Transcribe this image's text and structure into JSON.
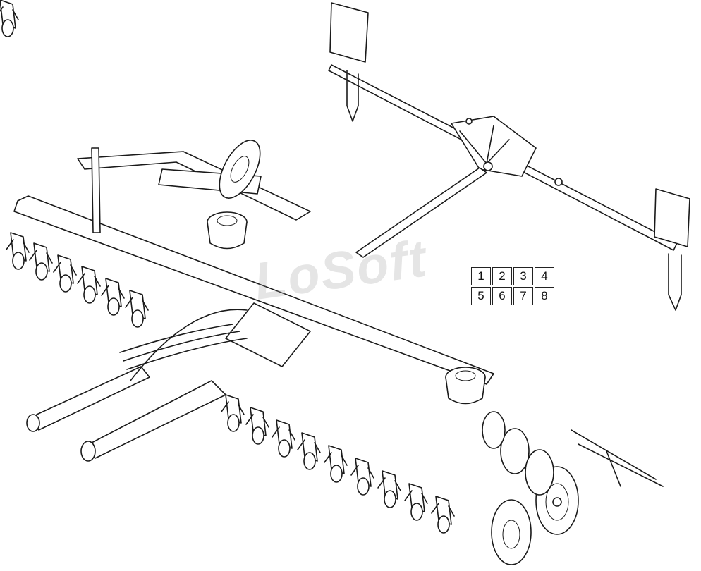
{
  "watermark": {
    "parts": [
      "Lo",
      "Soft"
    ]
  },
  "page_selector": {
    "cells": [
      "1",
      "2",
      "3",
      "4",
      "5",
      "6",
      "7",
      "8"
    ]
  }
}
